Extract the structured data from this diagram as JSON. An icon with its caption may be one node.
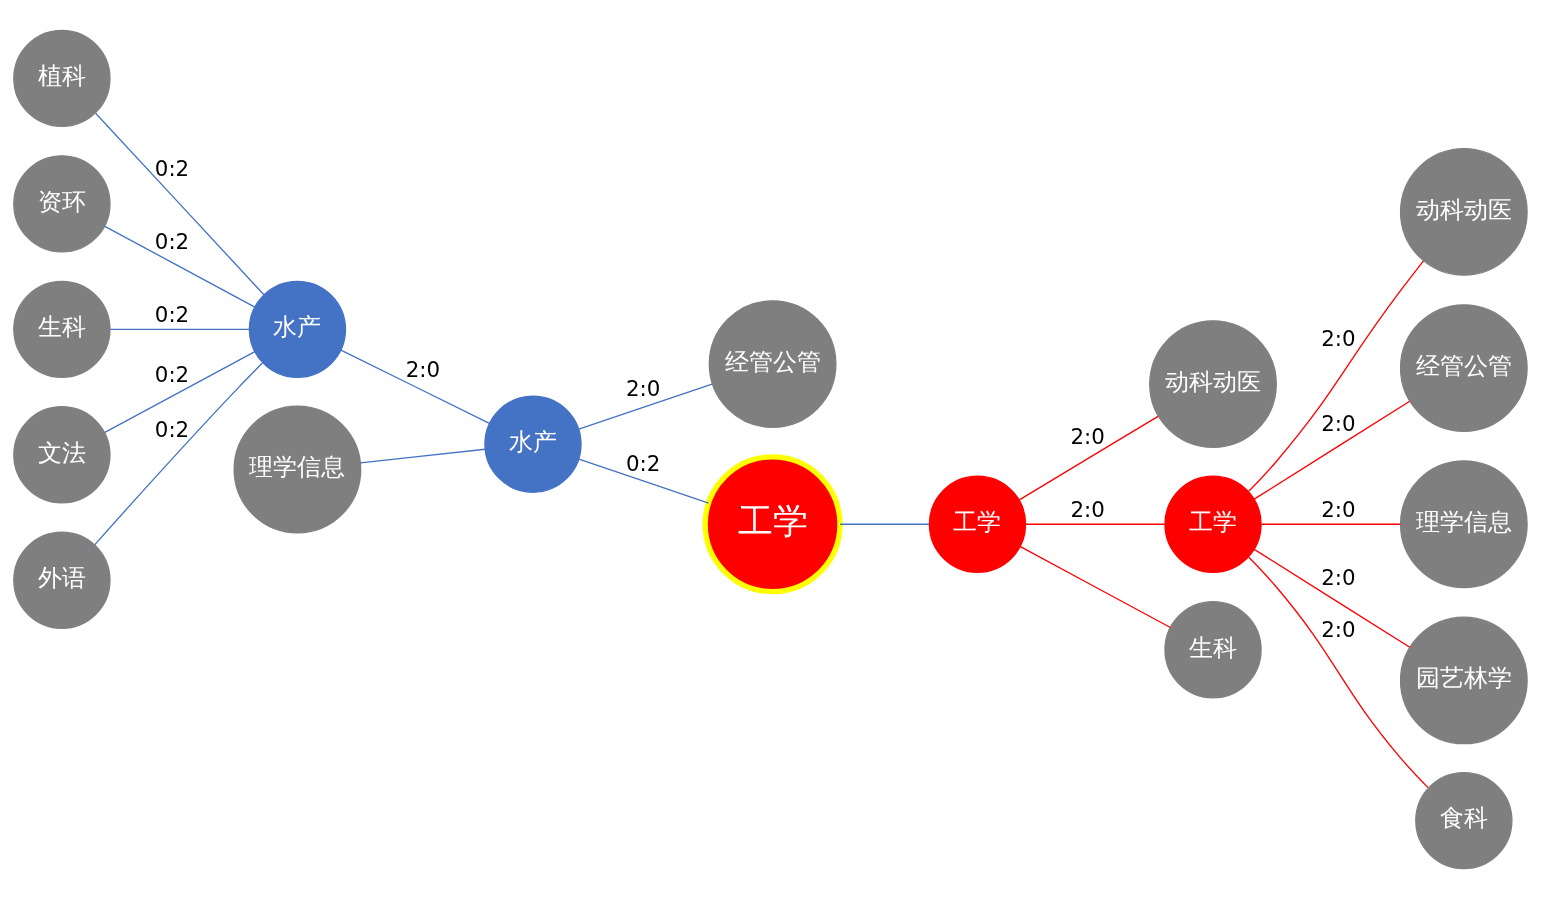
{
  "diagram": {
    "nodes": [
      {
        "text": [
          "植科"
        ]
      },
      {
        "text": [
          "资环"
        ]
      },
      {
        "text": [
          "生科"
        ]
      },
      {
        "text": [
          "文法"
        ]
      },
      {
        "text": [
          "外语"
        ]
      },
      {
        "text": [
          "水产"
        ]
      },
      {
        "text": [
          "理学信息"
        ]
      },
      {
        "text": [
          "水产"
        ]
      },
      {
        "text": [
          "经管公管"
        ]
      },
      {
        "text": [
          "工学"
        ]
      },
      {
        "text": [
          "工学"
        ]
      },
      {
        "text": [
          "动科动医"
        ]
      },
      {
        "text": [
          "工学"
        ]
      },
      {
        "text": [
          "生科"
        ]
      },
      {
        "text": [
          "动科动医"
        ]
      },
      {
        "text": [
          "经管公管"
        ]
      },
      {
        "text": [
          "理学信息"
        ]
      },
      {
        "text": [
          "园艺林学"
        ]
      },
      {
        "text": [
          "食科"
        ]
      }
    ],
    "edges": [
      {
        "from": 0,
        "to": 5,
        "arrow": "none",
        "label": "0:2"
      },
      {
        "from": 1,
        "to": 5,
        "arrow": "none",
        "label": "0:2"
      },
      {
        "from": 2,
        "to": 5,
        "arrow": "none",
        "label": "0:2"
      },
      {
        "from": 3,
        "to": 5,
        "arrow": "none",
        "label": "0:2"
      },
      {
        "from": 4,
        "to": 5,
        "arrow": "none",
        "label": "0:2"
      },
      {
        "from": 5,
        "to": 7,
        "arrow": "none",
        "label": "2:0"
      },
      {
        "from": 6,
        "to": 7,
        "arrow": "none"
      },
      {
        "from": 7,
        "to": 8,
        "arrow": "none",
        "label": "2:0"
      },
      {
        "from": 7,
        "to": 9,
        "arrow": "none",
        "label": "0:2"
      },
      {
        "from": 9,
        "to": 10,
        "arrow": "none"
      },
      {
        "from": 10,
        "to": 11,
        "arrow": "none",
        "label": "2:0",
        "color": "#ff0000"
      },
      {
        "from": 10,
        "to": 12,
        "arrow": "none",
        "label": "2:0",
        "color": "#ff0000"
      },
      {
        "from": 10,
        "to": 13,
        "arrow": "none",
        "color": "#ff0000"
      },
      {
        "from": 12,
        "to": 14,
        "arrow": "none",
        "label": "2:0",
        "color": "#ff0000"
      },
      {
        "from": 12,
        "to": 15,
        "arrow": "none",
        "label": "2:0",
        "color": "#ff0000"
      },
      {
        "from": 12,
        "to": 16,
        "arrow": "none",
        "label": "2:0",
        "color": "#ff0000"
      },
      {
        "from": 12,
        "to": 17,
        "arrow": "none",
        "label": "2:0",
        "color": "#ff0000"
      },
      {
        "from": 12,
        "to": 18,
        "arrow": "none",
        "label": "2:0",
        "color": "#ff0000"
      }
    ]
  }
}
